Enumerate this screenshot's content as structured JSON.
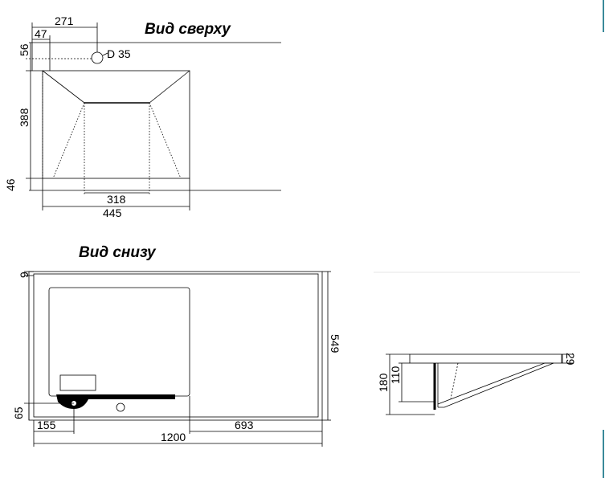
{
  "top_view": {
    "title": "Вид сверху",
    "dims": {
      "d271": "271",
      "d47": "47",
      "d56": "56",
      "hole": "D 35",
      "d388": "388",
      "d46": "46",
      "d318": "318",
      "d445": "445"
    }
  },
  "bottom_view": {
    "title": "Вид снизу",
    "dims": {
      "d9": "9",
      "d549": "549",
      "d65": "65",
      "d155": "155",
      "d693": "693",
      "d1200": "1200"
    }
  },
  "side_view": {
    "dims": {
      "d29": "29",
      "d110": "110",
      "d180": "180"
    }
  }
}
